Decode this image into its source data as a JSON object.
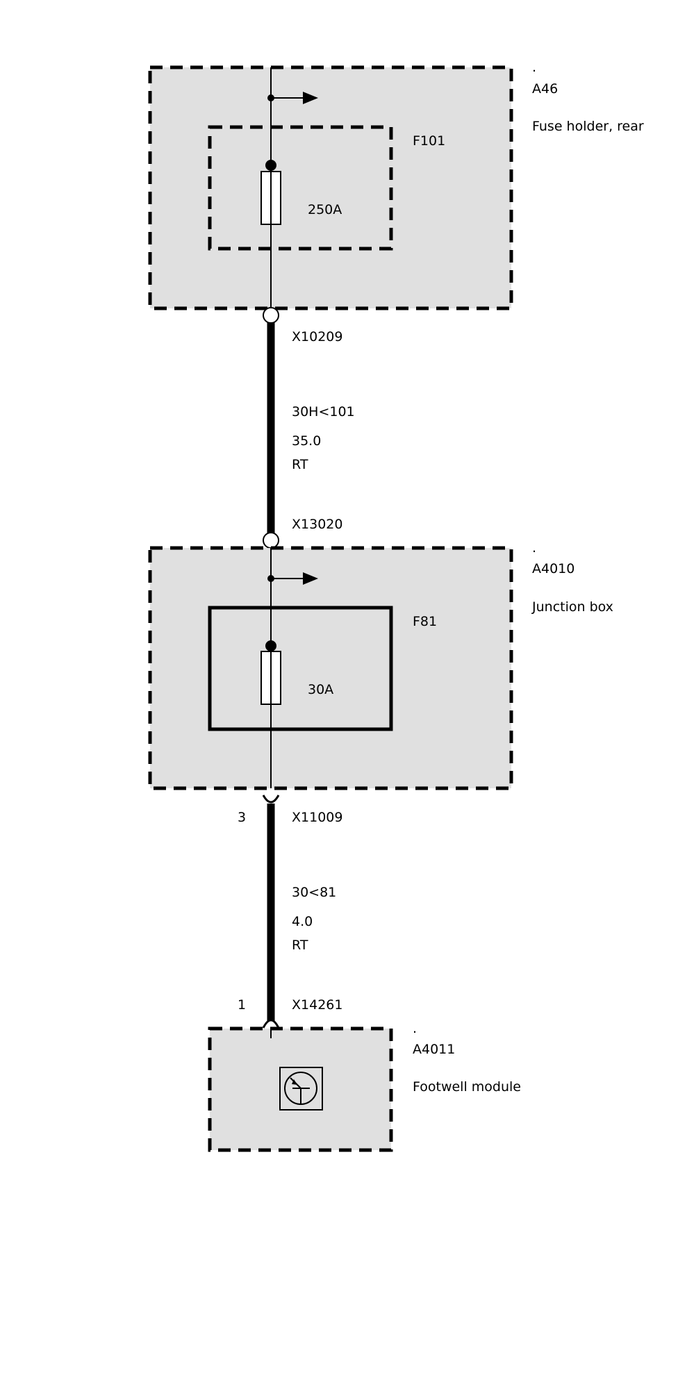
{
  "components": {
    "a46": {
      "dot": ".",
      "id": "A46",
      "name": "Fuse holder, rear",
      "fuse_id": "F101",
      "fuse_rating": "250A"
    },
    "a4010": {
      "dot": ".",
      "id": "A4010",
      "name": "Junction box",
      "fuse_id": "F81",
      "fuse_rating": "30A"
    },
    "a4011": {
      "dot": ".",
      "id": "A4011",
      "name": "Footwell module"
    }
  },
  "connectors": {
    "x10209": {
      "id": "X10209"
    },
    "x13020": {
      "id": "X13020"
    },
    "x11009": {
      "id": "X11009",
      "pin": "3"
    },
    "x14261": {
      "id": "X14261",
      "pin": "1"
    }
  },
  "wires": {
    "upper": {
      "circuit": "30H<101",
      "cross_section": "35.0",
      "color": "RT"
    },
    "lower": {
      "circuit": "30<81",
      "cross_section": "4.0",
      "color": "RT"
    }
  },
  "colors": {
    "module_fill": "#e0e0e0",
    "line": "#000000"
  }
}
